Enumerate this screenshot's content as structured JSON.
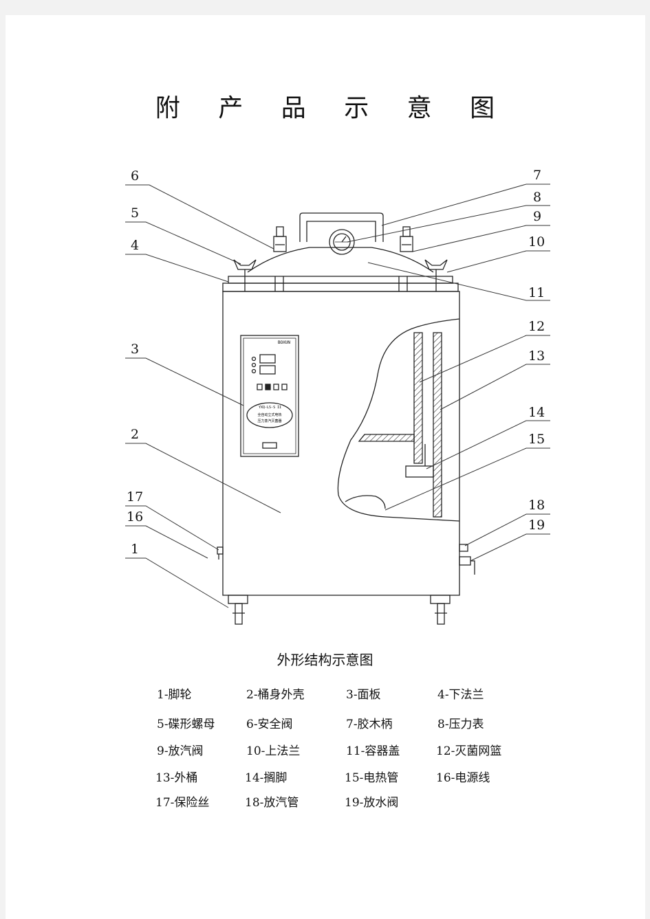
{
  "page_title": "附 产 品 示 意 图",
  "caption": "外形结构示意图",
  "panel": {
    "brand": "BOXUN",
    "model": "YXQ-LS-S II",
    "desc_line1": "全自动立式电热",
    "desc_line2": "压力蒸汽灭菌器"
  },
  "callout_numbers": [
    "1",
    "2",
    "3",
    "4",
    "5",
    "6",
    "7",
    "8",
    "9",
    "10",
    "11",
    "12",
    "13",
    "14",
    "15",
    "16",
    "17",
    "18",
    "19"
  ],
  "legend": [
    "1-脚轮",
    "2-桶身外壳",
    "3-面板",
    "4-下法兰",
    "5-碟形螺母",
    "6-安全阀",
    "7-胶木柄",
    "8-压力表",
    "9-放汽阀",
    "10-上法兰",
    "11-容器盖",
    "12-灭菌网篮",
    "13-外桶",
    "14-搁脚",
    "15-电热管",
    "16-电源线",
    "17-保险丝",
    "18-放汽管",
    "19-放水阀"
  ]
}
